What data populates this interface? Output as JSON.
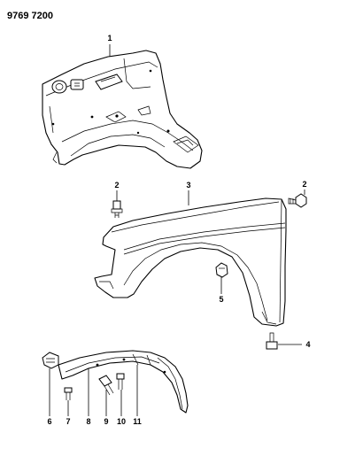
{
  "diagram_code": "9769 7200",
  "parts": [
    {
      "number": "1"
    },
    {
      "number": "2"
    },
    {
      "number": "3"
    },
    {
      "number": "2"
    },
    {
      "number": "5"
    },
    {
      "number": "4"
    },
    {
      "number": "6"
    },
    {
      "number": "7"
    },
    {
      "number": "8"
    },
    {
      "number": "9"
    },
    {
      "number": "10"
    },
    {
      "number": "11"
    }
  ]
}
